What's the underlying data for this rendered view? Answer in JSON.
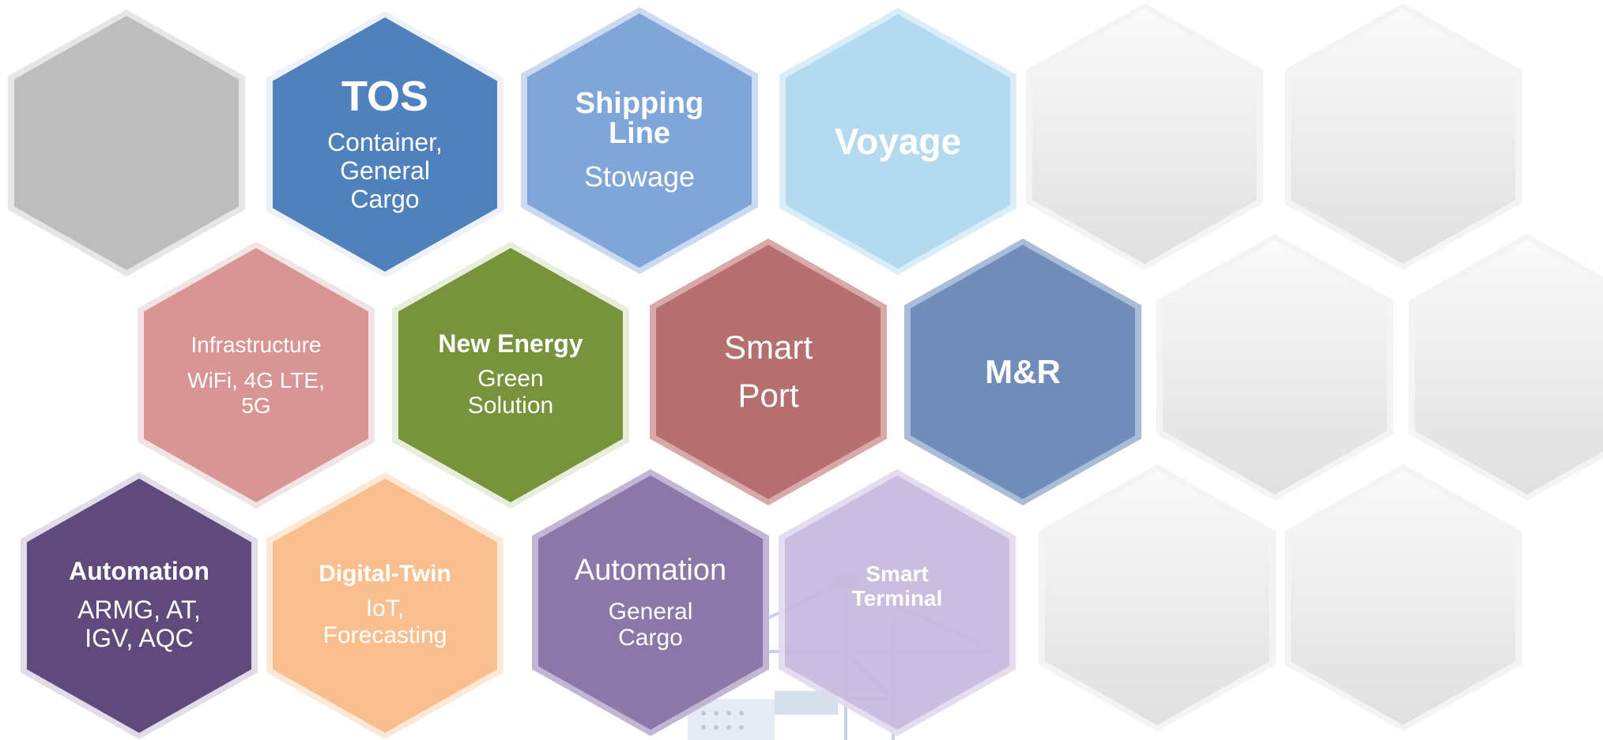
{
  "hexagons": [
    {
      "id": "blank-gray",
      "title": "",
      "subtitle": "",
      "fill": "#bdbdbd"
    },
    {
      "id": "tos",
      "title": "TOS",
      "subtitle": "Container, General Cargo",
      "fill": "#4f81bd"
    },
    {
      "id": "shipping-line",
      "title": "Shipping Line",
      "subtitle": "Stowage",
      "fill": "#7fa5d9"
    },
    {
      "id": "voyage",
      "title": "Voyage",
      "subtitle": "",
      "fill": "#b3daef"
    },
    {
      "id": "infrastructure",
      "title": "Infrastructure",
      "subtitle": "WiFi, 4G LTE, 5G",
      "fill": "#d99594"
    },
    {
      "id": "new-energy",
      "title": "New Energy",
      "subtitle": "Green Solution",
      "fill": "#77933c"
    },
    {
      "id": "smart-port",
      "title": "Smart Port",
      "subtitle": "",
      "fill": "#b56f6f"
    },
    {
      "id": "mr",
      "title": "M&R",
      "subtitle": "",
      "fill": "#708cb8"
    },
    {
      "id": "automation-armg",
      "title": "Automation",
      "subtitle": "ARMG, AT, IGV, AQC",
      "fill": "#5f4a7b"
    },
    {
      "id": "digital-twin",
      "title": "Digital-Twin",
      "subtitle": "IoT, Forecasting",
      "fill": "#fabf8f"
    },
    {
      "id": "automation-general",
      "title": "Automation",
      "subtitle": "General Cargo",
      "fill": "#8b78a8"
    },
    {
      "id": "smart-terminal",
      "title": "Smart Terminal",
      "subtitle": "",
      "fill": "#c7b8dd"
    },
    {
      "id": "blank-silver-1",
      "title": "",
      "subtitle": "",
      "fill": "#e0e0e0"
    },
    {
      "id": "blank-silver-2",
      "title": "",
      "subtitle": "",
      "fill": "#e0e0e0"
    },
    {
      "id": "blank-silver-3",
      "title": "",
      "subtitle": "",
      "fill": "#e0e0e0"
    },
    {
      "id": "blank-silver-4",
      "title": "",
      "subtitle": "",
      "fill": "#e0e0e0"
    },
    {
      "id": "blank-silver-5",
      "title": "",
      "subtitle": "",
      "fill": "#e0e0e0"
    },
    {
      "id": "blank-silver-6",
      "title": "",
      "subtitle": "",
      "fill": "#e0e0e0"
    }
  ],
  "background_icon": "container-crane-icon"
}
